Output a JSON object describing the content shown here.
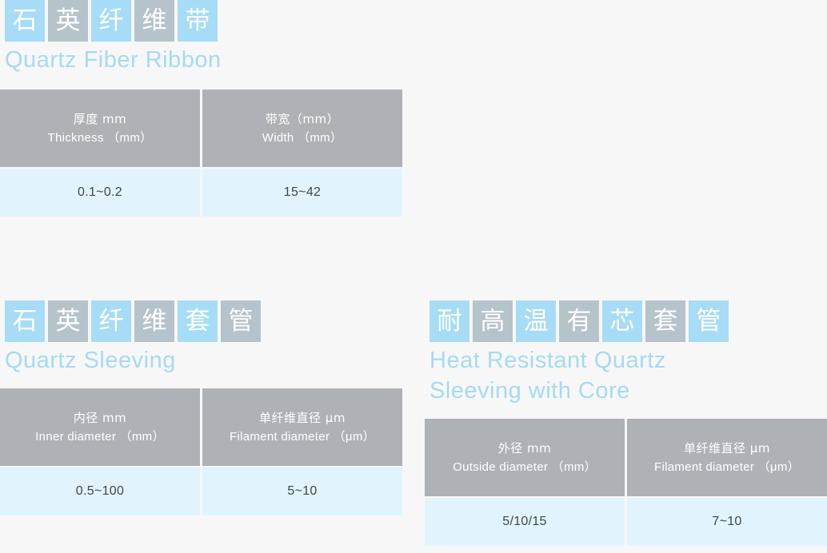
{
  "page": {
    "background_color": "#f7f7f7",
    "accent_blue": "#a7dcf6",
    "accent_gray": "#b5c3cb",
    "header_gray": "#aeb2b6",
    "cell_blue": "#e1f4fd",
    "title_text_color": "#a5daf3"
  },
  "sections": [
    {
      "id": "quartz-fiber-ribbon",
      "cjk_tiles": [
        {
          "char": "石",
          "color": "blue"
        },
        {
          "char": "英",
          "color": "gray"
        },
        {
          "char": "纤",
          "color": "blue"
        },
        {
          "char": "维",
          "color": "gray"
        },
        {
          "char": "带",
          "color": "blue"
        }
      ],
      "cjk_title": "石英纤维带",
      "en_title": "Quartz  Fiber  Ribbon",
      "table": {
        "columns": [
          {
            "header_cn": "厚度 mm",
            "header_en": "Thickness （mm）",
            "value": "0.1~0.2"
          },
          {
            "header_cn": "带宽（mm）",
            "header_en": "Width （mm）",
            "value": "15~42"
          }
        ]
      }
    },
    {
      "id": "quartz-sleeving",
      "cjk_tiles": [
        {
          "char": "石",
          "color": "blue"
        },
        {
          "char": "英",
          "color": "gray"
        },
        {
          "char": "纤",
          "color": "blue"
        },
        {
          "char": "维",
          "color": "gray"
        },
        {
          "char": "套",
          "color": "blue"
        },
        {
          "char": "管",
          "color": "gray"
        }
      ],
      "cjk_title": "石英纤维套管",
      "en_title": "Quartz  Sleeving",
      "table": {
        "columns": [
          {
            "header_cn": "内径 mm",
            "header_en": "Inner diameter （mm）",
            "value": "0.5~100"
          },
          {
            "header_cn": "单纤维直径 μm",
            "header_en": "Filament diameter （μm）",
            "value": "5~10"
          }
        ]
      }
    },
    {
      "id": "heat-resistant-quartz-sleeving-with-core",
      "cjk_tiles": [
        {
          "char": "耐",
          "color": "blue"
        },
        {
          "char": "高",
          "color": "gray"
        },
        {
          "char": "温",
          "color": "blue"
        },
        {
          "char": "有",
          "color": "gray"
        },
        {
          "char": "芯",
          "color": "blue"
        },
        {
          "char": "套",
          "color": "gray"
        },
        {
          "char": "管",
          "color": "blue"
        }
      ],
      "cjk_title": "耐高温有芯套管",
      "en_title": "Heat  Resistant  Quartz\nSleeving  with  Core",
      "table": {
        "columns": [
          {
            "header_cn": "外径 mm",
            "header_en": "Outside diameter （mm）",
            "value": "5/10/15"
          },
          {
            "header_cn": "单纤维直径 μm",
            "header_en": "Filament diameter （μm）",
            "value": "7~10"
          }
        ]
      }
    }
  ]
}
